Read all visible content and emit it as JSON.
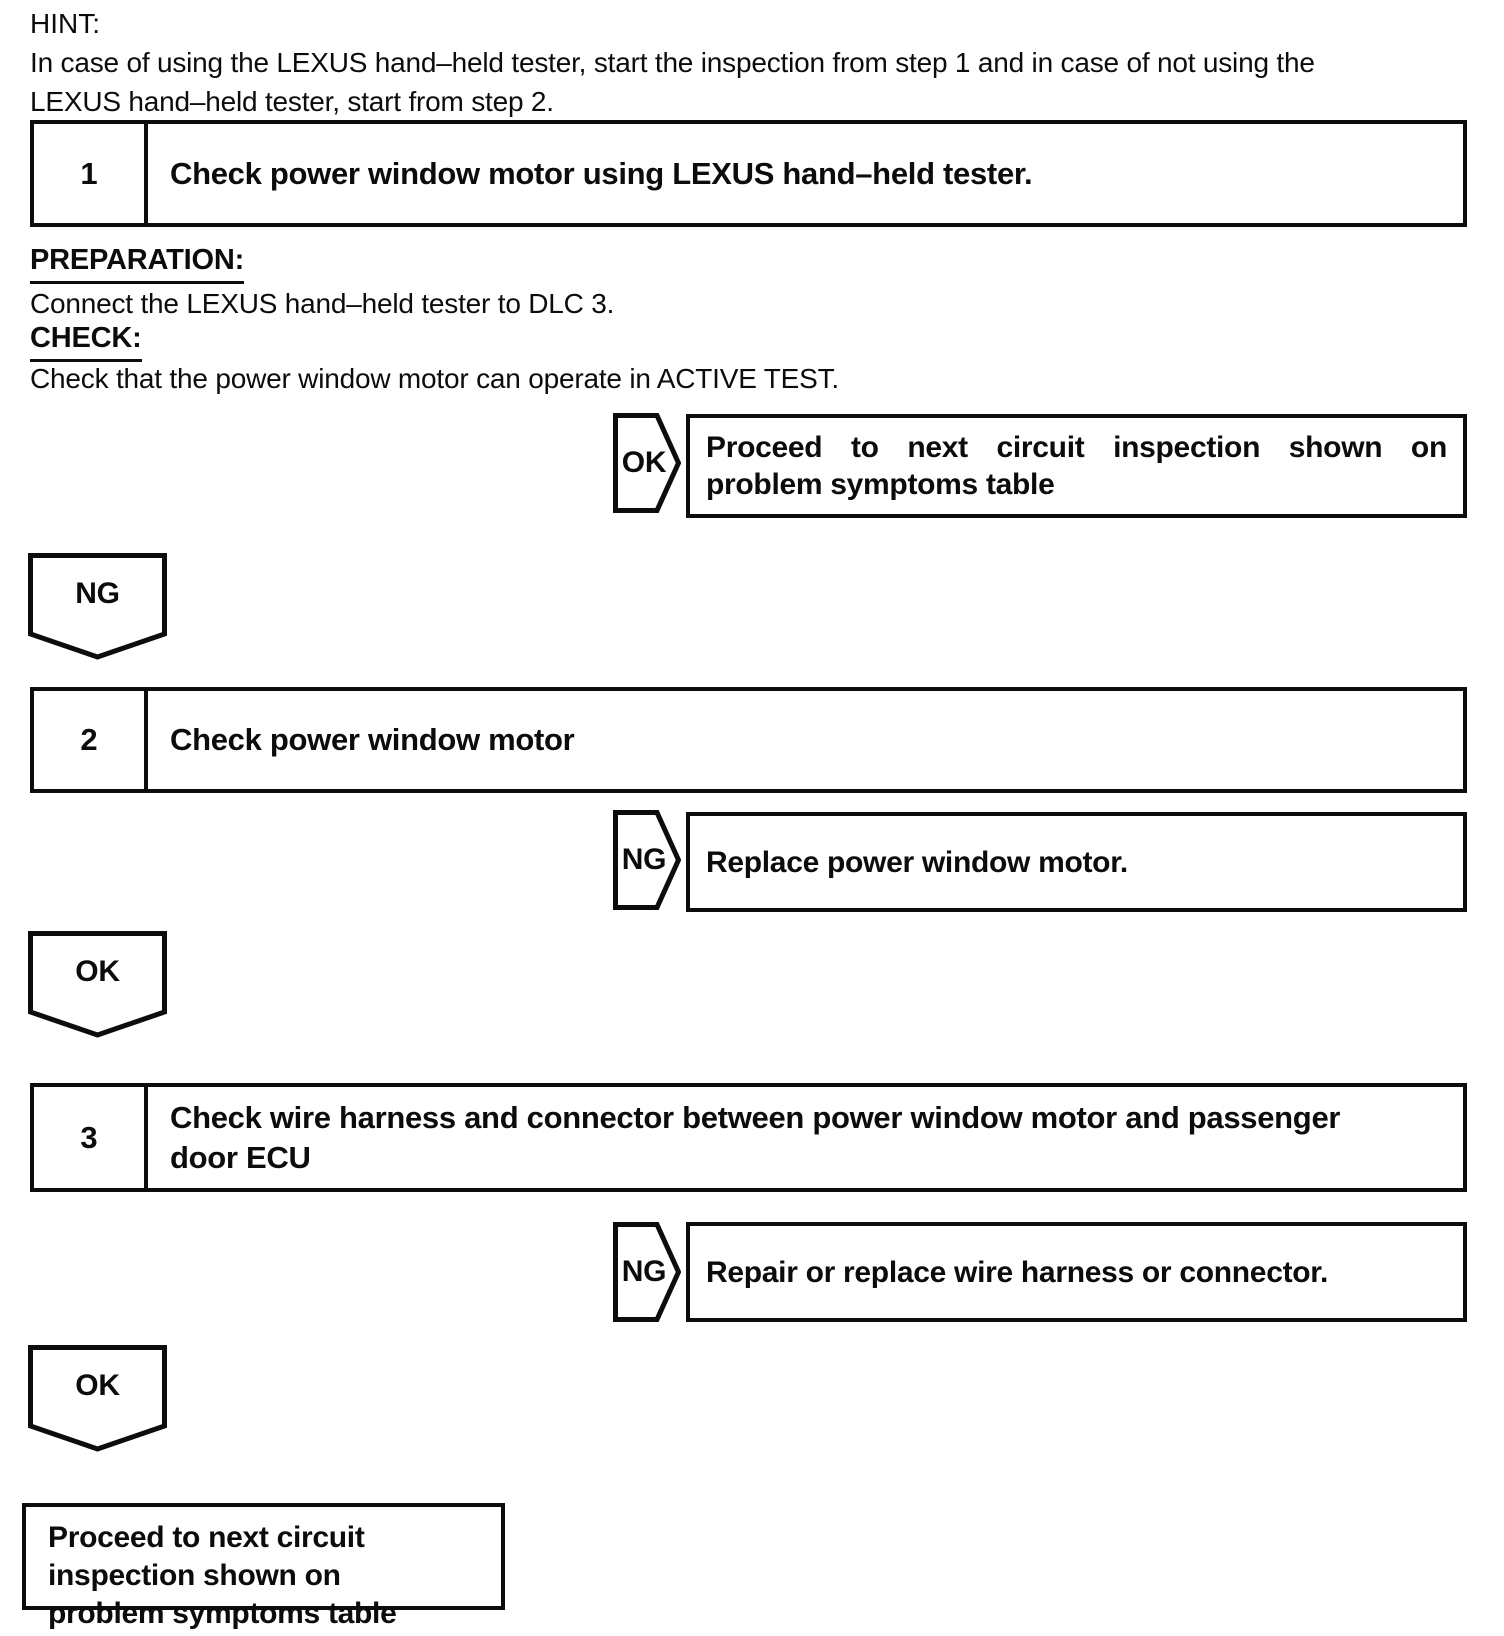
{
  "hint": {
    "label": "HINT:",
    "line1": "In case of using the LEXUS hand–held tester, start the inspection from step 1 and in case of not using the",
    "line2": "LEXUS hand–held tester, start from step 2."
  },
  "step1": {
    "number": "1",
    "title": "Check power window motor using LEXUS hand–held tester."
  },
  "preparation": {
    "label": "PREPARATION:",
    "text": "Connect the LEXUS hand–held tester to DLC 3."
  },
  "check": {
    "label": "CHECK:",
    "text": "Check that the power window motor can operate in ACTIVE TEST."
  },
  "branch1": {
    "result": "OK",
    "action_line1": "Proceed to next circuit inspection shown on",
    "action_line2": "problem symptoms table"
  },
  "connector1": {
    "label": "NG"
  },
  "step2": {
    "number": "2",
    "title": "Check power window motor"
  },
  "branch2": {
    "result": "NG",
    "action": "Replace power window motor."
  },
  "connector2": {
    "label": "OK"
  },
  "step3": {
    "number": "3",
    "title_line1": "Check wire harness and connector between power window motor and passenger",
    "title_line2": "door ECU"
  },
  "branch3": {
    "result": "NG",
    "action": "Repair or replace wire harness or connector."
  },
  "connector3": {
    "label": "OK"
  },
  "final_box": {
    "line1": "Proceed to next circuit inspection shown on",
    "line2": "problem symptoms table"
  }
}
